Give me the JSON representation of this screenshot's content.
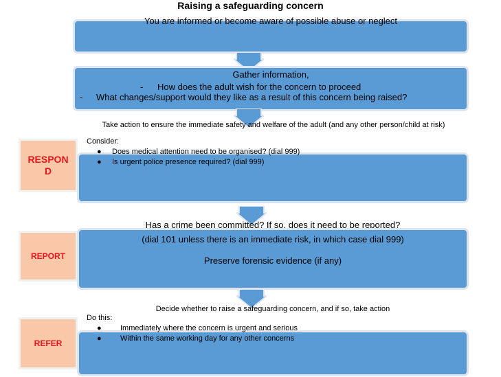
{
  "title": "Raising a safeguarding concern",
  "step1": {
    "text": "You are informed or become aware of possible abuse or neglect"
  },
  "step2": {
    "line1": "Gather information,",
    "dash": "-",
    "line2": "How does the adult wish for the concern to proceed",
    "line3": "What changes/support would they like as a result of this concern being raised?"
  },
  "respond": {
    "label": "RESPOND",
    "heading": "Take action to ensure the immediate safety and welfare of the adult (and any other person/child at risk)",
    "consider": "Consider:",
    "bullets": [
      "Does medical attention need to be organised? (dial 999)",
      "Is urgent police presence required? (dial 999)"
    ]
  },
  "report": {
    "label": "REPORT",
    "heading": "Has a crime been committed? If so, does it need to be reported?",
    "line1": "(dial 101 unless there is an immediate risk, in which case dial 999)",
    "line2": "Preserve forensic evidence (if any)"
  },
  "refer": {
    "label": "REFER",
    "heading": "Decide whether to raise a safeguarding concern, and if so, take action",
    "do_this": "Do this:",
    "bullets": [
      "Immediately where the concern is urgent and serious",
      "Within the same working day for any other concerns"
    ]
  },
  "colors": {
    "box": "#5b9bd5",
    "side_fill": "#f8c8a8",
    "side_text": "#e8141c"
  }
}
